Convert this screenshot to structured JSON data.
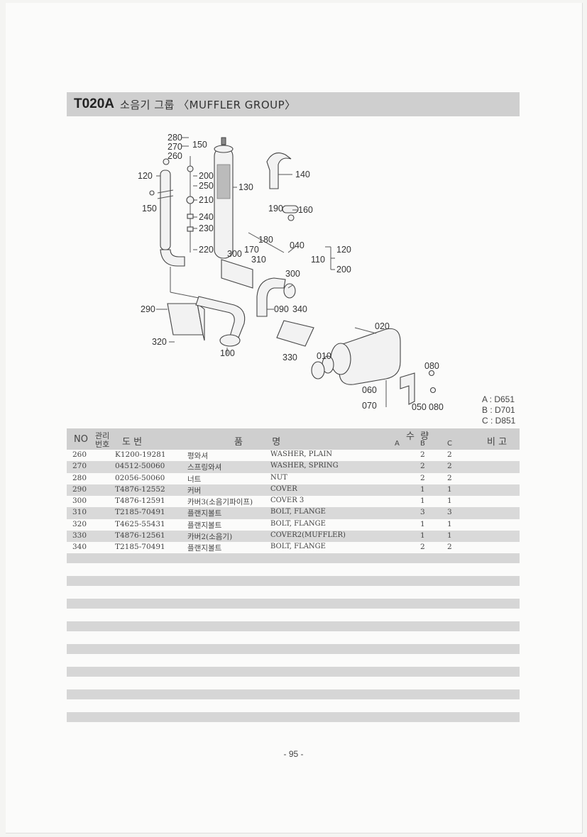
{
  "header": {
    "code": "T020A",
    "title": "소음기 그룹 〈MUFFLER GROUP〉"
  },
  "diagram": {
    "callouts": [
      "280",
      "270",
      "260",
      "150",
      "120",
      "200",
      "250",
      "210",
      "130",
      "140",
      "150",
      "240",
      "230",
      "190",
      "160",
      "180",
      "220",
      "170",
      "300",
      "310",
      "040",
      "110",
      "120",
      "200",
      "300",
      "290",
      "090",
      "340",
      "020",
      "320",
      "100",
      "330",
      "010",
      "080",
      "060",
      "070",
      "050",
      "080"
    ]
  },
  "legend": [
    "A : D651",
    "B : D701",
    "C : D851"
  ],
  "table": {
    "headers": {
      "no": "NO",
      "mgmt_top": "관리",
      "mgmt_bottom": "번호",
      "part_no": "도  번",
      "name": "품          명",
      "qty": "수  량",
      "qty_a": "A",
      "qty_b": "B",
      "qty_c": "C",
      "remark": "비 고"
    },
    "rows": [
      {
        "no": "260",
        "part_no": "K1200-19281",
        "name_kr": "평와셔",
        "name_en": "WASHER, PLAIN",
        "b": "2",
        "c": "2"
      },
      {
        "no": "270",
        "part_no": "04512-50060",
        "name_kr": "스프링와셔",
        "name_en": "WASHER, SPRING",
        "b": "2",
        "c": "2"
      },
      {
        "no": "280",
        "part_no": "02056-50060",
        "name_kr": "너트",
        "name_en": "NUT",
        "b": "2",
        "c": "2"
      },
      {
        "no": "290",
        "part_no": "T4876-12552",
        "name_kr": "커버",
        "name_en": "COVER",
        "b": "1",
        "c": "1"
      },
      {
        "no": "300",
        "part_no": "T4876-12591",
        "name_kr": "카버3(소음기파이프)",
        "name_en": "COVER 3",
        "b": "1",
        "c": "1"
      },
      {
        "no": "310",
        "part_no": "T2185-70491",
        "name_kr": "플랜지볼트",
        "name_en": "BOLT, FLANGE",
        "b": "3",
        "c": "3"
      },
      {
        "no": "320",
        "part_no": "T4625-55431",
        "name_kr": "플랜지볼트",
        "name_en": "BOLT, FLANGE",
        "b": "1",
        "c": "1"
      },
      {
        "no": "330",
        "part_no": "T4876-12561",
        "name_kr": "카버2(소음기)",
        "name_en": "COVER2(MUFFLER)",
        "b": "1",
        "c": "1"
      },
      {
        "no": "340",
        "part_no": "T2185-70491",
        "name_kr": "플랜지볼트",
        "name_en": "BOLT, FLANGE",
        "b": "2",
        "c": "2"
      }
    ]
  },
  "page_number": "- 95 -"
}
